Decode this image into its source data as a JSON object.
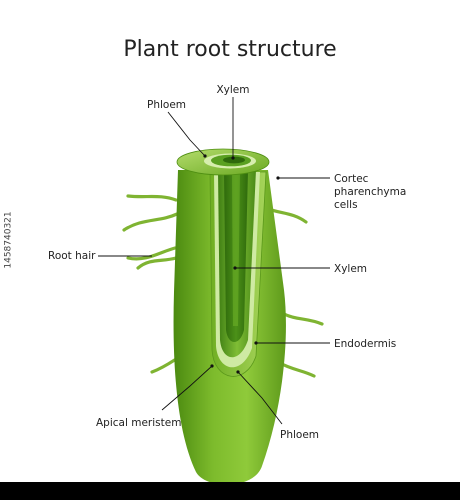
{
  "title": "Plant root structure",
  "labels": {
    "xylem_top": "Xylem",
    "phloem_top": "Phloem",
    "cortex_line1": "Cortec",
    "cortex_line2": "pharenchyma",
    "cortex_line3": "cells",
    "root_hair": "Root hair",
    "xylem_mid": "Xylem",
    "endodermis": "Endodermis",
    "apical_meristem": "Apical meristem",
    "phloem_bottom": "Phloem"
  },
  "stock": {
    "id": "1458740321",
    "footer": ""
  },
  "colors": {
    "cortex_dark": "#4f8f0f",
    "cortex_light": "#8cc63f",
    "endodermis": "#c8e89a",
    "stele": "#5ea52a",
    "xylem": "#3d7d14",
    "hair": "#7fb432"
  }
}
